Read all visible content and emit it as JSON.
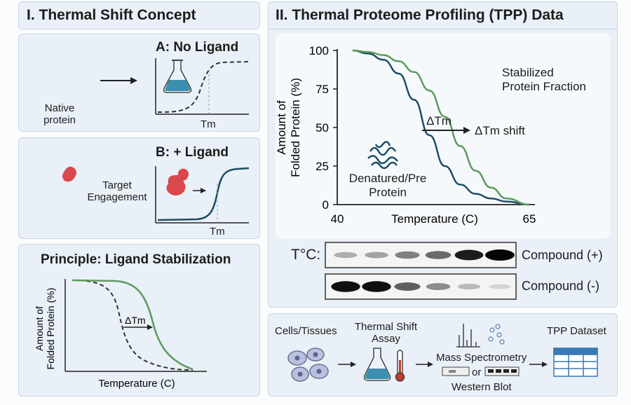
{
  "left": {
    "header": "I. Thermal Shift Concept",
    "a": {
      "title": "A: No Ligand",
      "native_label": "Native\nprotein",
      "tm_label": "Tm"
    },
    "b": {
      "title": "B: + Ligand",
      "engagement_label": "Target\nEngagement",
      "tm_label": "Tm"
    },
    "principle": {
      "title": "Principle: Ligand Stabilization",
      "ylabel_1": "Amount of",
      "ylabel_2": "Folded Protein (%)",
      "xlabel": "Temperature (C)",
      "delta_label": "ΔTm"
    }
  },
  "right": {
    "header": "II. Thermal Proteome Profiling (TPP) Data",
    "chart_data": {
      "type": "line",
      "ylabel": "Amount of Folded Protein (%)",
      "xlabel": "Temperature (C)",
      "xlim": [
        40,
        65
      ],
      "ylim": [
        0,
        100
      ],
      "yticks": [
        0,
        25,
        50,
        75,
        100
      ],
      "xticks": [
        40,
        65
      ],
      "series": [
        {
          "color": "#1e4e63",
          "x": [
            42,
            44,
            46,
            48,
            50,
            52,
            54,
            56,
            58,
            60,
            62,
            65
          ],
          "y": [
            100,
            98,
            94,
            85,
            68,
            45,
            25,
            13,
            7,
            4,
            2,
            0
          ]
        },
        {
          "color": "#5b9a5b",
          "x": [
            42,
            44,
            46,
            48,
            50,
            52,
            54,
            56,
            58,
            60,
            62,
            65
          ],
          "y": [
            100,
            99,
            97,
            93,
            86,
            74,
            57,
            38,
            22,
            11,
            4,
            0
          ]
        }
      ],
      "annotations": {
        "stabilized": "Stabilized\nProtein Fraction",
        "delta": "ΔTm",
        "shift": "ΔTm shift",
        "denatured": "Denatured/Pre\nProtein"
      }
    },
    "blot": {
      "label": "T°C:",
      "rows": [
        {
          "name": "Compound (+)",
          "intensities": [
            0.25,
            0.3,
            0.45,
            0.55,
            0.9,
            1.0
          ]
        },
        {
          "name": "Compound (-)",
          "intensities": [
            0.95,
            0.95,
            0.6,
            0.4,
            0.2,
            0.08
          ]
        }
      ]
    },
    "workflow": {
      "cells": "Cells/Tissues",
      "assay": "Thermal Shift\nAssay",
      "ms": "Mass Spectrometry",
      "or": "or",
      "wb": "Western Blot",
      "dataset": "TPP Dataset"
    }
  },
  "colors": {
    "panel": "#e9f0f7",
    "native": "#1e4e63",
    "stabilized": "#5b9a5b",
    "ligand": "#d9484e"
  }
}
